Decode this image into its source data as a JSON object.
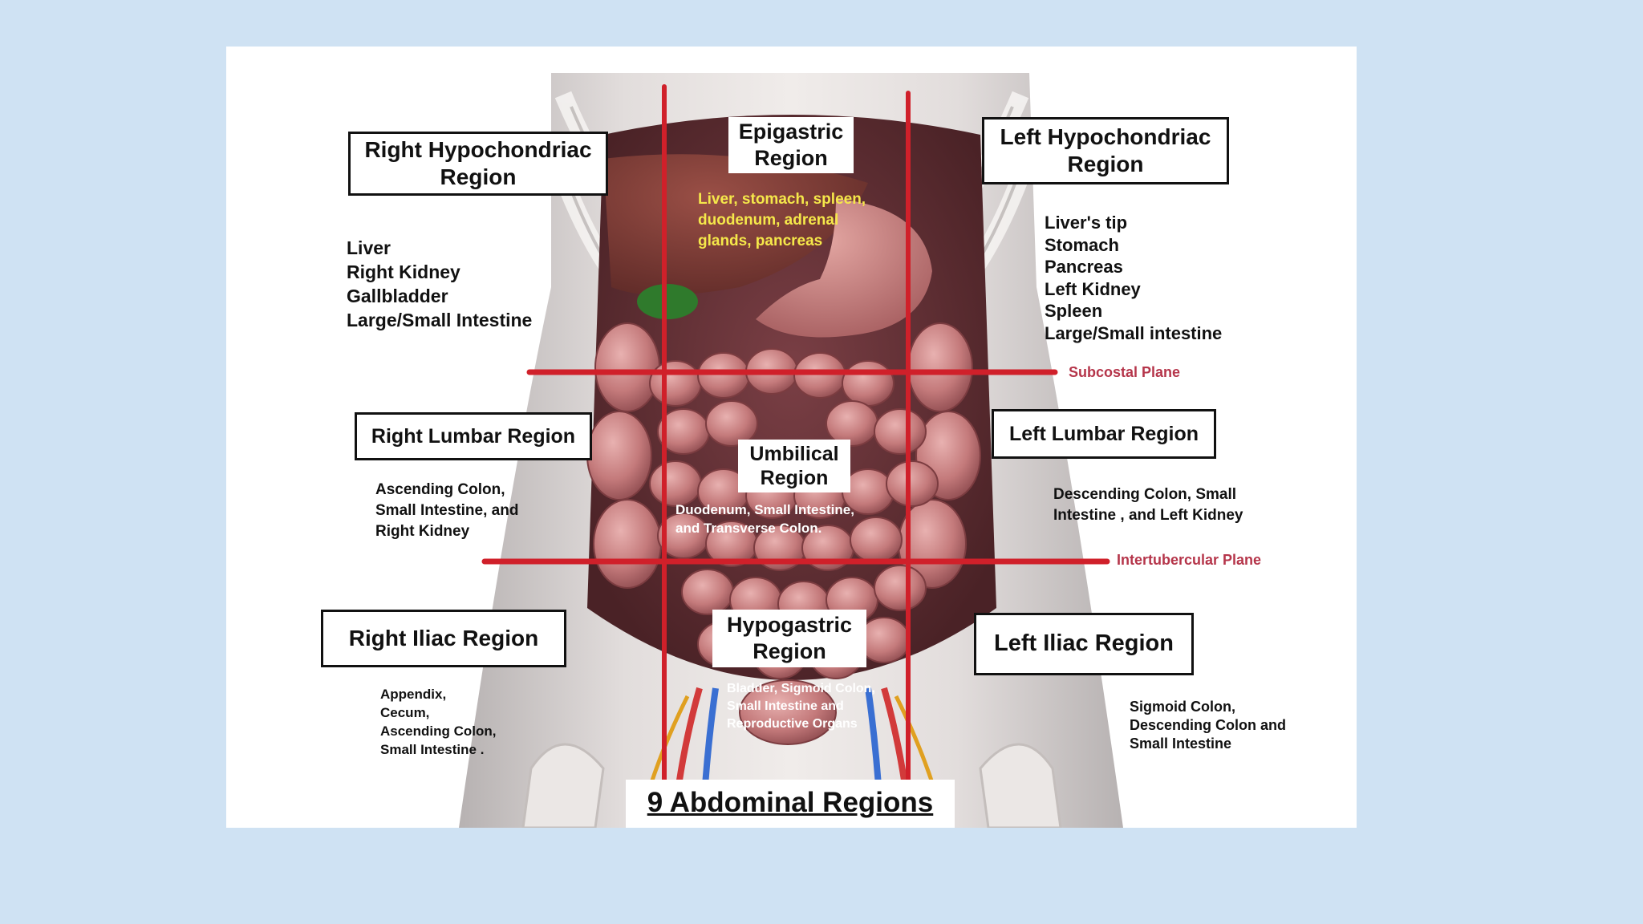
{
  "title": "9 Abdominal Regions",
  "planes": {
    "subcostal": "Subcostal Plane",
    "intertubercular": "Intertubercular Plane"
  },
  "regions": {
    "right_hypochondriac": {
      "name": "Right Hypochondriac\nRegion",
      "organs": "Liver\nRight Kidney\nGallbladder\nLarge/Small Intestine"
    },
    "epigastric": {
      "name": "Epigastric\nRegion",
      "organs": "Liver, stomach, spleen,\nduodenum, adrenal\nglands, pancreas"
    },
    "left_hypochondriac": {
      "name": "Left Hypochondriac\nRegion",
      "organs": "Liver's tip\nStomach\nPancreas\nLeft Kidney\nSpleen\nLarge/Small intestine"
    },
    "right_lumbar": {
      "name": "Right Lumbar Region",
      "organs": "Ascending Colon,\nSmall Intestine, and\nRight Kidney"
    },
    "umbilical": {
      "name": "Umbilical\nRegion",
      "organs": "Duodenum, Small Intestine,\nand Transverse Colon."
    },
    "left_lumbar": {
      "name": "Left Lumbar Region",
      "organs": "Descending Colon, Small\nIntestine ,  and Left Kidney"
    },
    "right_iliac": {
      "name": "Right Iliac Region",
      "organs": "Appendix,\nCecum,\nAscending Colon,\nSmall Intestine  ."
    },
    "hypogastric": {
      "name": "Hypogastric\nRegion",
      "organs": "Bladder, Sigmoid Colon,\nSmall Intestine   and\nReproductive Organs"
    },
    "left_iliac": {
      "name": "Left Iliac Region",
      "organs": "Sigmoid Colon,\nDescending Colon and\nSmall Intestine"
    }
  },
  "colors": {
    "background": "#cfe2f3",
    "grid_lines": "#d0202a",
    "plane_label": "#b5354a",
    "epigastric_text": "#f5e84a",
    "inner_text": "#ffffff"
  }
}
